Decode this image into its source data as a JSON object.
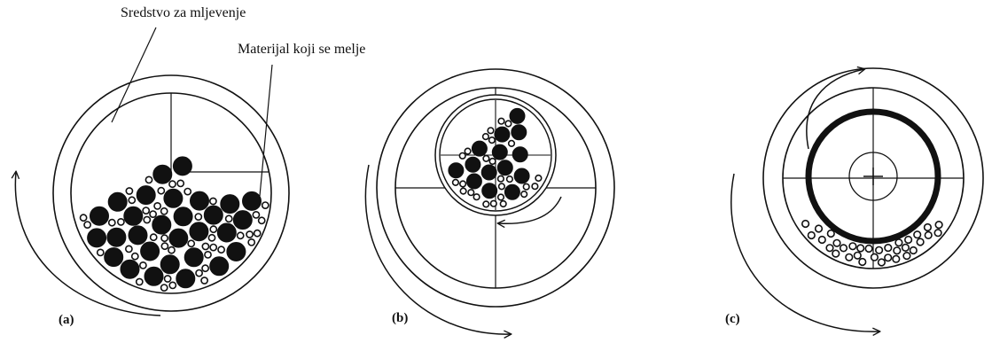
{
  "labels": {
    "grinding_medium": "Sredstvo za mljevenje",
    "material": "Materijal koji se melje"
  },
  "panels": [
    {
      "label": "(a)"
    },
    {
      "label": "(b)"
    },
    {
      "label": "(c)"
    }
  ],
  "colors": {
    "stroke": "#111111",
    "ball_fill": "#111111",
    "particle_fill": "#ffffff",
    "background": "#ffffff"
  }
}
